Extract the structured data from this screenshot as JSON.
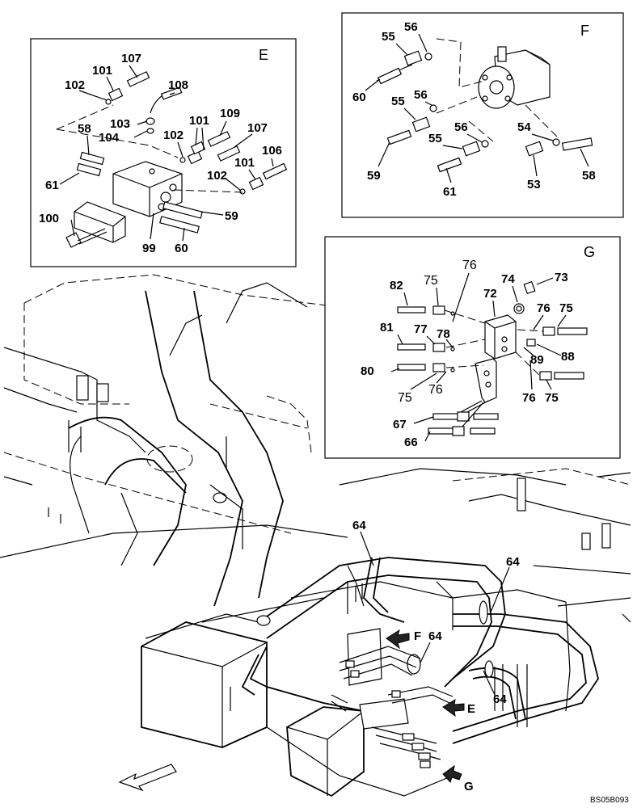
{
  "panels": {
    "E": {
      "letter": "E",
      "labels": [
        "107",
        "101",
        "102",
        "108",
        "103",
        "104",
        "102",
        "101",
        "109",
        "107",
        "58",
        "106",
        "61",
        "102",
        "101",
        "100",
        "59",
        "99",
        "60"
      ]
    },
    "F": {
      "letter": "F",
      "labels": [
        "55",
        "56",
        "56",
        "55",
        "60",
        "56",
        "55",
        "54",
        "59",
        "61",
        "53",
        "58"
      ]
    },
    "G": {
      "letter": "G",
      "labels": [
        "76",
        "75",
        "82",
        "74",
        "73",
        "72",
        "76",
        "75",
        "81",
        "77",
        "78",
        "89",
        "88",
        "80",
        "75",
        "76",
        "76",
        "75",
        "67",
        "66"
      ]
    }
  },
  "main": {
    "labels": [
      "64",
      "64",
      "64",
      "64"
    ],
    "arrow_labels": [
      "F",
      "E",
      "G"
    ]
  },
  "footer": {
    "code": "BS05B093"
  }
}
